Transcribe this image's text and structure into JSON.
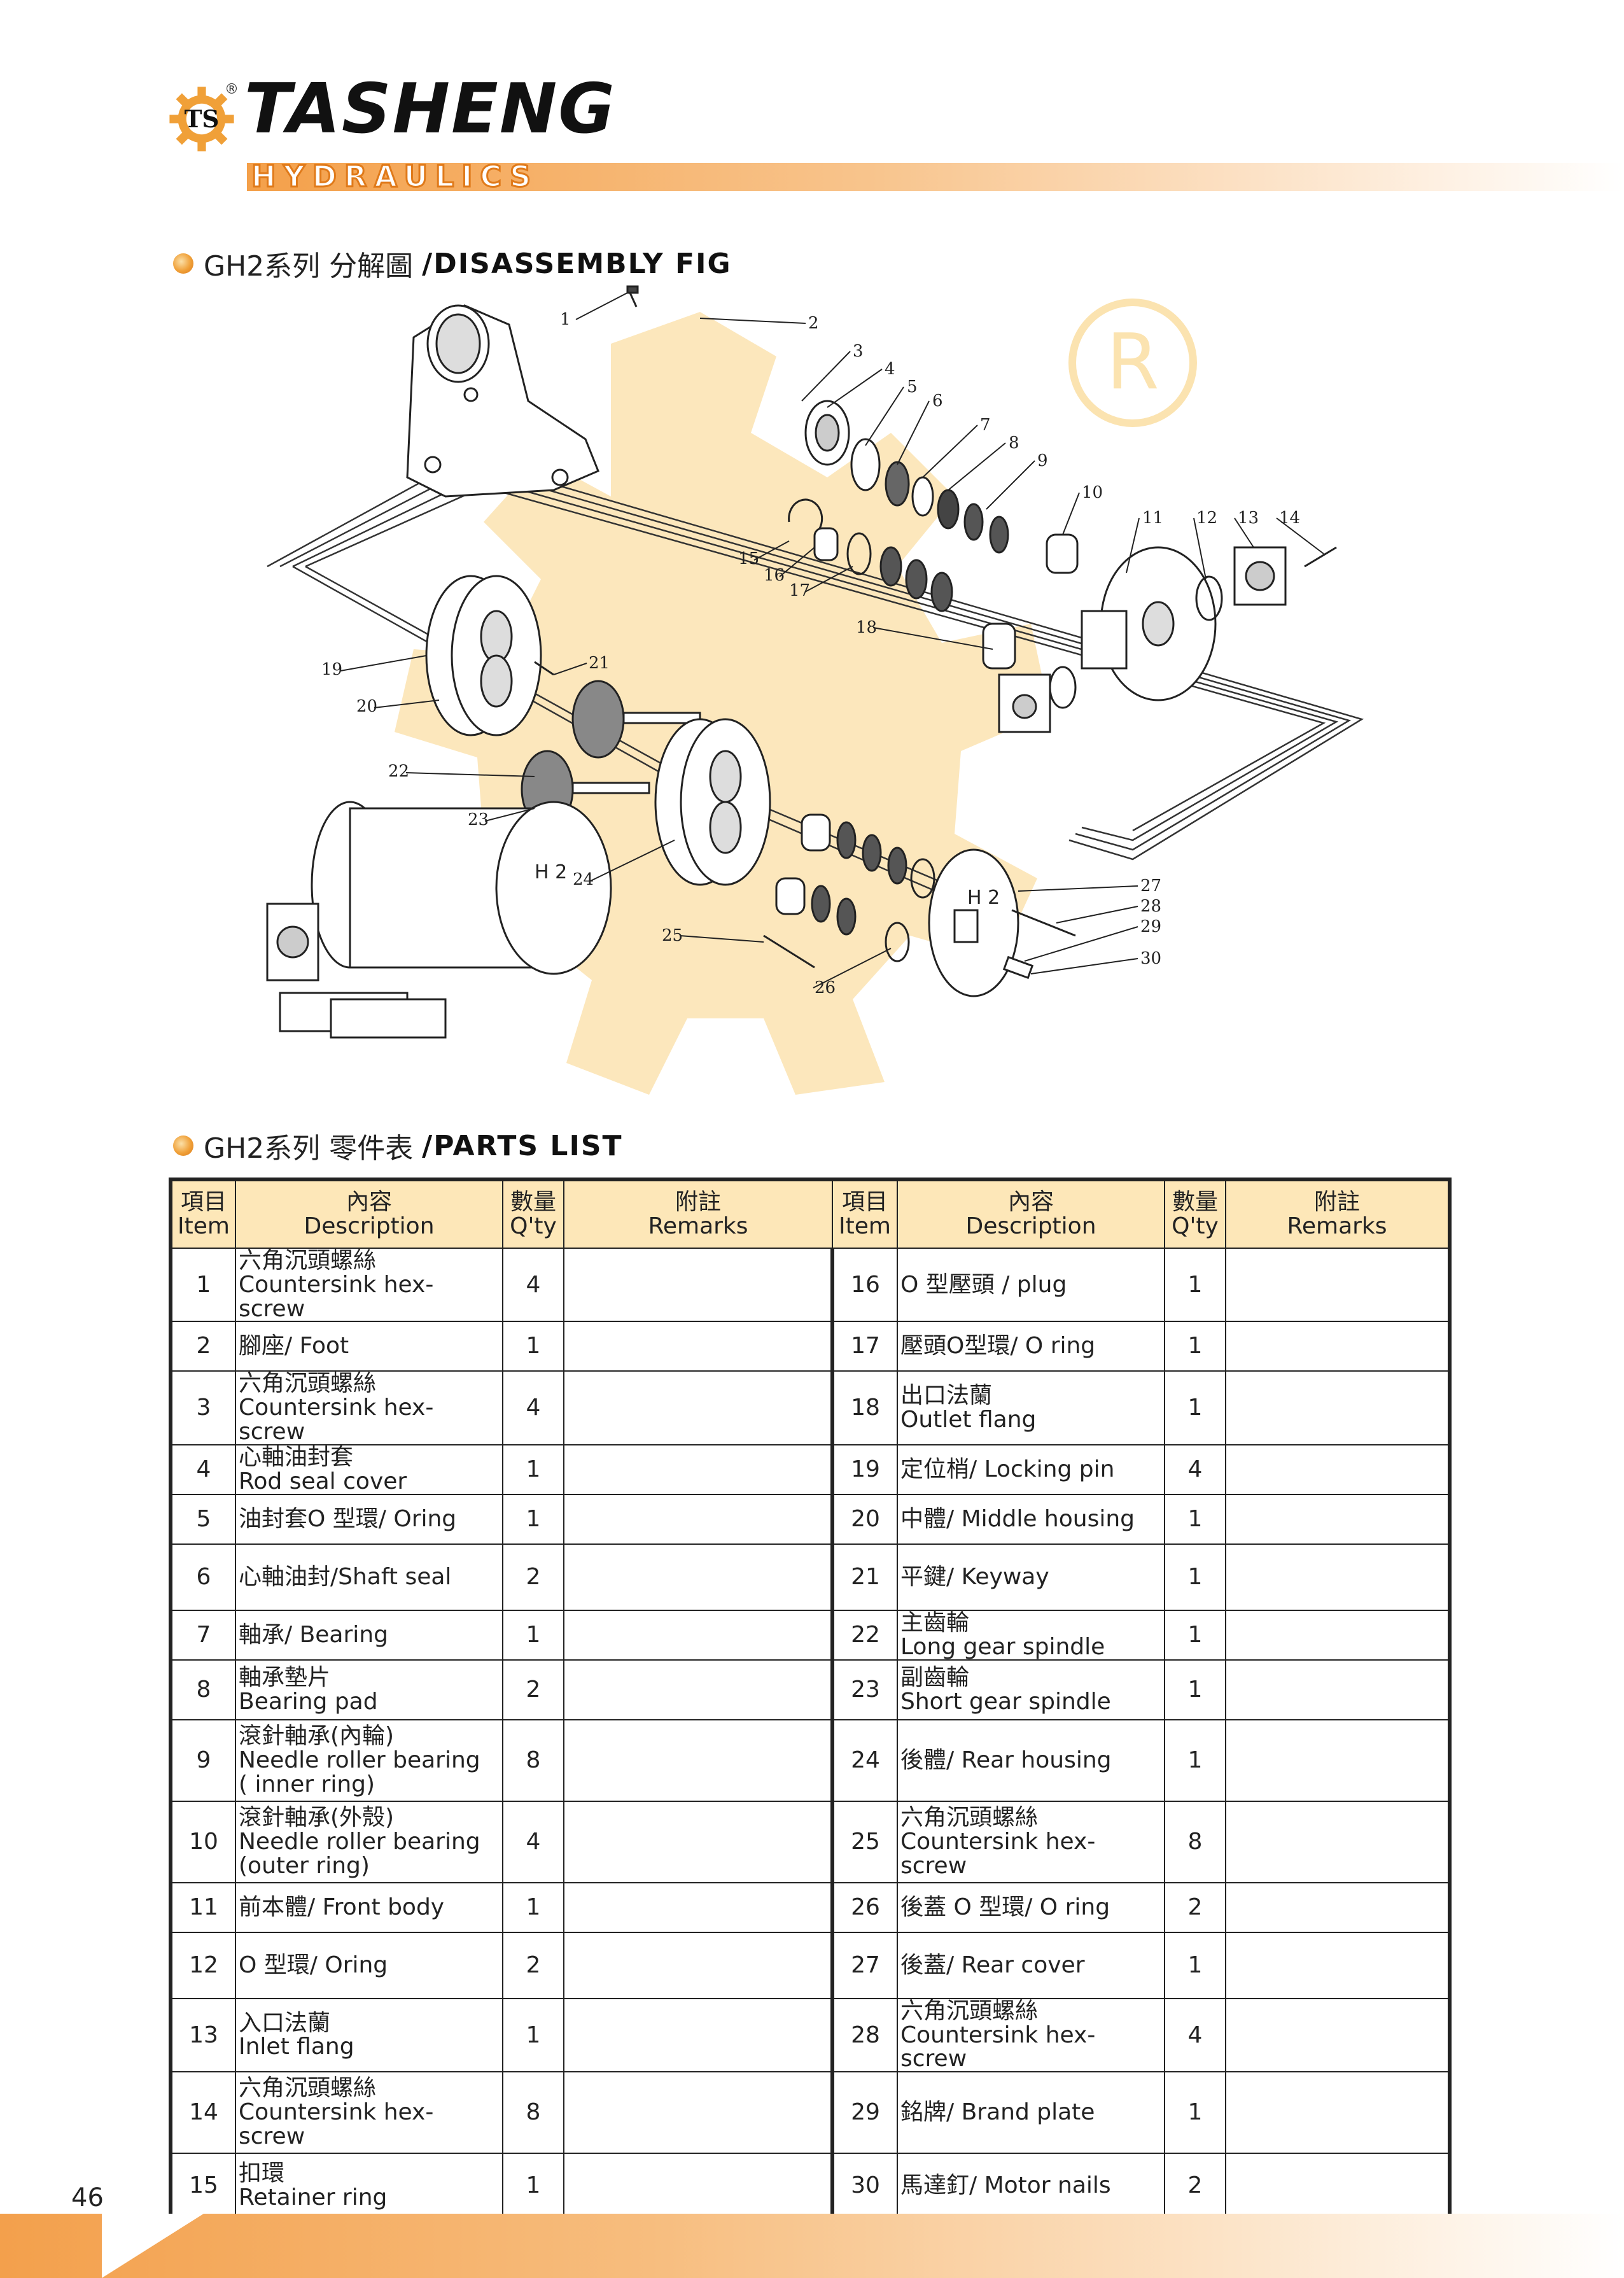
{
  "brand": {
    "name": "TASHENG",
    "sub": "HYDRAULICS",
    "reg_mark": "®",
    "logo_letters": "TS",
    "colors": {
      "accent": "#f0a038",
      "orange_dark": "#e07a1a",
      "header_fill": "#fde7b8",
      "watermark": "#fbe3b0"
    }
  },
  "disassembly": {
    "cn": "GH2系列 分解圖",
    "en": "/DISASSEMBLY FIG",
    "callouts": [
      "1",
      "2",
      "3",
      "4",
      "5",
      "6",
      "7",
      "8",
      "9",
      "10",
      "11",
      "12",
      "13",
      "14",
      "15",
      "16",
      "17",
      "18",
      "19",
      "20",
      "21",
      "22",
      "23",
      "24",
      "25",
      "26",
      "27",
      "28",
      "29",
      "30"
    ],
    "plate_text": "H 2"
  },
  "parts_list": {
    "cn": "GH2系列 零件表",
    "en": "/PARTS LIST",
    "headers": {
      "item_cn": "項目",
      "item_en": "Item",
      "desc_cn": "內容",
      "desc_en": "Description",
      "qty_cn": "數量",
      "qty_en": "Q'ty",
      "rem_cn": "附註",
      "rem_en": "Remarks"
    },
    "rows": [
      {
        "l_item": "1",
        "l_d1": "六角沉頭螺絲",
        "l_d2": "Countersink hex-screw",
        "l_d3": "",
        "l_qty": "4",
        "r_item": "16",
        "r_d1": "O 型壓頭 / plug",
        "r_d2": "",
        "r_d3": "",
        "r_qty": "1"
      },
      {
        "l_item": "2",
        "l_d1": "腳座/ Foot",
        "l_d2": "",
        "l_d3": "",
        "l_qty": "1",
        "r_item": "17",
        "r_d1": "壓頭O型環/ O ring",
        "r_d2": "",
        "r_d3": "",
        "r_qty": "1"
      },
      {
        "l_item": "3",
        "l_d1": "六角沉頭螺絲",
        "l_d2": "Countersink hex-screw",
        "l_d3": "",
        "l_qty": "4",
        "r_item": "18",
        "r_d1": "出口法蘭",
        "r_d2": "Outlet flang",
        "r_d3": "",
        "r_qty": "1"
      },
      {
        "l_item": "4",
        "l_d1": "心軸油封套",
        "l_d2": "Rod seal cover",
        "l_d3": "",
        "l_qty": "1",
        "r_item": "19",
        "r_d1": "定位梢/ Locking pin",
        "r_d2": "",
        "r_d3": "",
        "r_qty": "4"
      },
      {
        "l_item": "5",
        "l_d1": "油封套O 型環/ Oring",
        "l_d2": "",
        "l_d3": "",
        "l_qty": "1",
        "r_item": "20",
        "r_d1": "中體/ Middle housing",
        "r_d2": "",
        "r_d3": "",
        "r_qty": "1"
      },
      {
        "l_item": "6",
        "l_d1": "心軸油封/Shaft seal",
        "l_d2": "",
        "l_d3": "",
        "l_qty": "2",
        "r_item": "21",
        "r_d1": "平鍵/ Keyway",
        "r_d2": "",
        "r_d3": "",
        "r_qty": "1"
      },
      {
        "l_item": "7",
        "l_d1": "軸承/ Bearing",
        "l_d2": "",
        "l_d3": "",
        "l_qty": "1",
        "r_item": "22",
        "r_d1": "主齒輪",
        "r_d2": "Long gear spindle",
        "r_d3": "",
        "r_qty": "1"
      },
      {
        "l_item": "8",
        "l_d1": "軸承墊片",
        "l_d2": "Bearing pad",
        "l_d3": "",
        "l_qty": "2",
        "r_item": "23",
        "r_d1": "副齒輪",
        "r_d2": "Short gear spindle",
        "r_d3": "",
        "r_qty": "1"
      },
      {
        "l_item": "9",
        "l_d1": "滾針軸承(內輪)",
        "l_d2": "Needle roller bearing",
        "l_d3": "( inner ring)",
        "l_qty": "8",
        "r_item": "24",
        "r_d1": "後體/ Rear housing",
        "r_d2": "",
        "r_d3": "",
        "r_qty": "1"
      },
      {
        "l_item": "10",
        "l_d1": "滾針軸承(外殼)",
        "l_d2": "Needle roller bearing",
        "l_d3": "(outer ring)",
        "l_qty": "4",
        "r_item": "25",
        "r_d1": "六角沉頭螺絲",
        "r_d2": "Countersink hex-screw",
        "r_d3": "",
        "r_qty": "8"
      },
      {
        "l_item": "11",
        "l_d1": "前本體/ Front body",
        "l_d2": "",
        "l_d3": "",
        "l_qty": "1",
        "r_item": "26",
        "r_d1": "後蓋 O 型環/ O ring",
        "r_d2": "",
        "r_d3": "",
        "r_qty": "2"
      },
      {
        "l_item": "12",
        "l_d1": "O 型環/ Oring",
        "l_d2": "",
        "l_d3": "",
        "l_qty": "2",
        "r_item": "27",
        "r_d1": "後蓋/ Rear cover",
        "r_d2": "",
        "r_d3": "",
        "r_qty": "1"
      },
      {
        "l_item": "13",
        "l_d1": "入口法蘭",
        "l_d2": "Inlet flang",
        "l_d3": "",
        "l_qty": "1",
        "r_item": "28",
        "r_d1": "六角沉頭螺絲",
        "r_d2": "Countersink hex-screw",
        "r_d3": "",
        "r_qty": "4"
      },
      {
        "l_item": "14",
        "l_d1": "六角沉頭螺絲",
        "l_d2": "Countersink hex-screw",
        "l_d3": "",
        "l_qty": "8",
        "r_item": "29",
        "r_d1": "銘牌/ Brand plate",
        "r_d2": "",
        "r_d3": "",
        "r_qty": "1"
      },
      {
        "l_item": "15",
        "l_d1": "扣環",
        "l_d2": "Retainer ring",
        "l_d3": "",
        "l_qty": "1",
        "r_item": "30",
        "r_d1": "馬達釘/ Motor nails",
        "r_d2": "",
        "r_d3": "",
        "r_qty": "2"
      }
    ]
  },
  "page_number": "46"
}
